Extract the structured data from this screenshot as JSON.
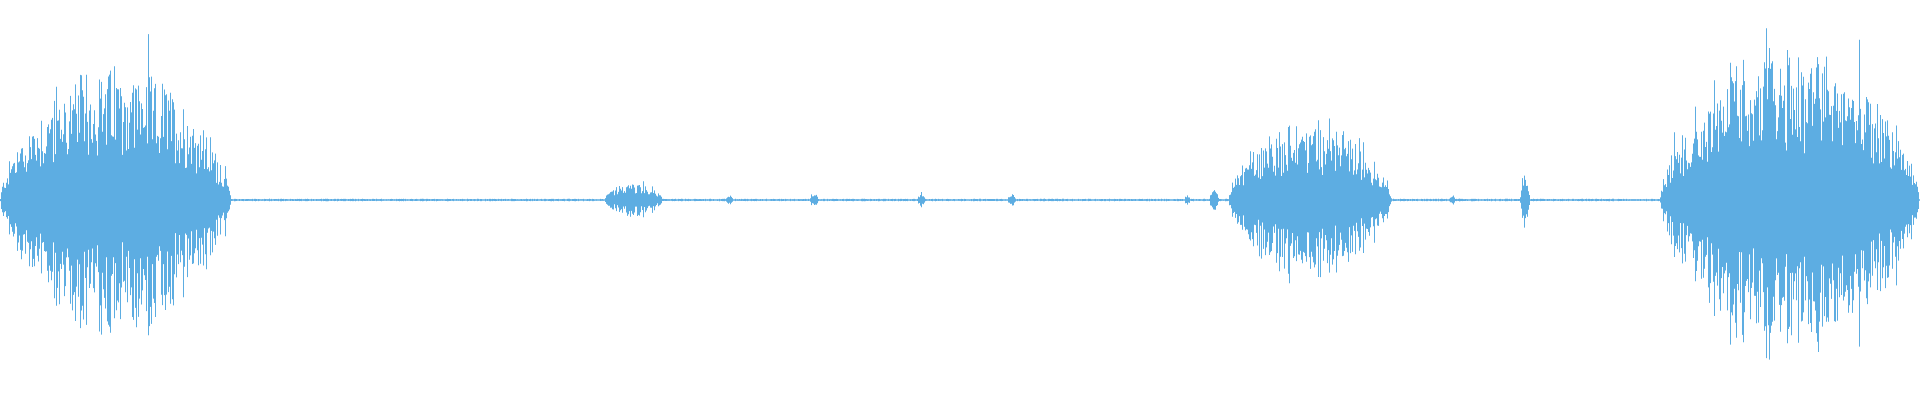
{
  "waveform": {
    "color": "#5dade2",
    "sample_count": 1920,
    "segments": [
      {
        "start": 0.0,
        "end": 0.12,
        "peak": 0.8
      },
      {
        "start": 0.315,
        "end": 0.345,
        "peak": 0.1
      },
      {
        "start": 0.378,
        "end": 0.382,
        "peak": 0.03
      },
      {
        "start": 0.422,
        "end": 0.426,
        "peak": 0.05
      },
      {
        "start": 0.478,
        "end": 0.482,
        "peak": 0.05
      },
      {
        "start": 0.525,
        "end": 0.529,
        "peak": 0.04
      },
      {
        "start": 0.617,
        "end": 0.62,
        "peak": 0.03
      },
      {
        "start": 0.63,
        "end": 0.635,
        "peak": 0.06
      },
      {
        "start": 0.64,
        "end": 0.725,
        "peak": 0.48
      },
      {
        "start": 0.755,
        "end": 0.758,
        "peak": 0.03
      },
      {
        "start": 0.792,
        "end": 0.797,
        "peak": 0.2
      },
      {
        "start": 0.865,
        "end": 1.0,
        "peak": 0.92
      }
    ]
  }
}
